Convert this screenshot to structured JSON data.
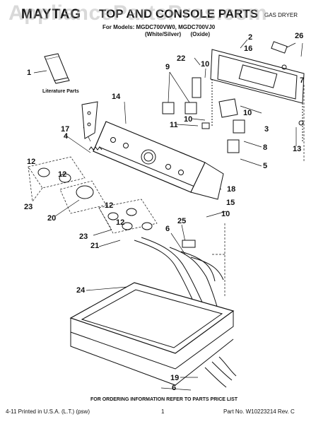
{
  "header": {
    "brand": "MAYTAG",
    "title": "TOP AND CONSOLE PARTS",
    "product_type": "GAS DRYER",
    "models_line": "For Models: MGDC700VW0, MGDC700VJ0",
    "colors_line": "(White/Silver)      (Oxide)"
  },
  "watermark": "AppliancePartsPros.com",
  "diagram": {
    "literature_label": "Literature Parts",
    "callouts": [
      "1",
      "2",
      "3",
      "4",
      "5",
      "6",
      "6",
      "7",
      "8",
      "9",
      "10",
      "10",
      "10",
      "10",
      "11",
      "12",
      "12",
      "12",
      "12",
      "13",
      "14",
      "15",
      "16",
      "17",
      "18",
      "19",
      "20",
      "21",
      "22",
      "23",
      "23",
      "24",
      "25",
      "26"
    ]
  },
  "footer": {
    "ordering_note": "FOR ORDERING INFORMATION REFER TO PARTS PRICE LIST",
    "printed": "4-11 Printed in U.S.A. (L.T.) (psw)",
    "page": "1",
    "part_no": "Part No. W10223214 Rev. C"
  }
}
